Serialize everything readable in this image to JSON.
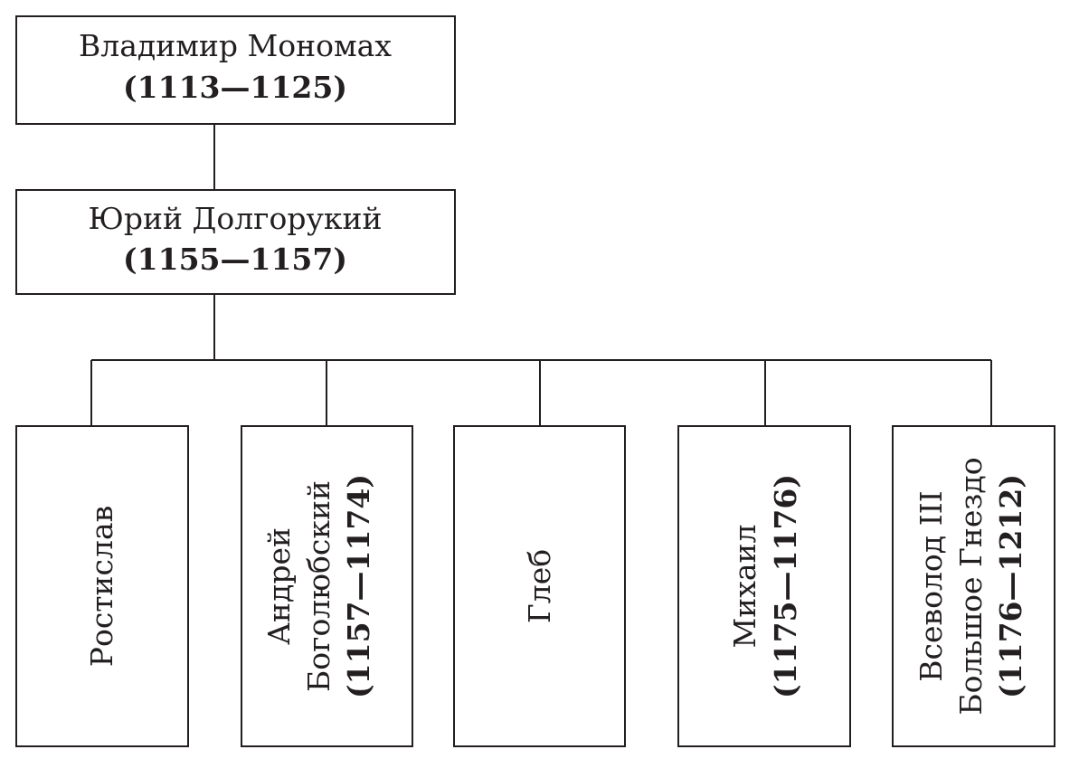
{
  "title": "Genealogy of Yuri Dolgoruky",
  "root": {
    "name": "Владимир Мономах",
    "years": "(1113—1125)"
  },
  "child": {
    "name": "Юрий Долгорукий",
    "years": "(1155—1157)"
  },
  "sons": [
    {
      "lines": [
        "Ростислав"
      ]
    },
    {
      "lines": [
        "Андрей",
        "Боголюбский",
        "(1157—1174)"
      ]
    },
    {
      "lines": [
        "Глеб"
      ]
    },
    {
      "lines": [
        "Михаил",
        "(1175—1176)"
      ]
    },
    {
      "lines": [
        "Всеволод III",
        "Большое Гнездо",
        "(1176—1212)"
      ]
    }
  ]
}
